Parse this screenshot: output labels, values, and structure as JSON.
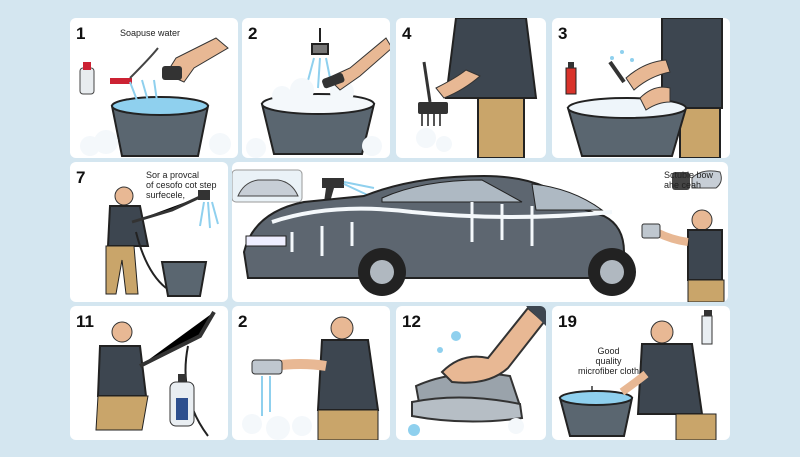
{
  "panels": [
    {
      "id": "p1",
      "number": "1",
      "caption": "Soapuse water"
    },
    {
      "id": "p2",
      "number": "2"
    },
    {
      "id": "p3",
      "number": "4"
    },
    {
      "id": "p4",
      "number": "3"
    },
    {
      "id": "p5",
      "number": "7",
      "caption_lines": [
        "Sor a provcal",
        "of cesofo cot step",
        "surfecele,"
      ]
    },
    {
      "id": "p6",
      "caption_lines": [
        "Sctuble bow",
        "ahe ceah"
      ]
    },
    {
      "id": "p7",
      "number": "11"
    },
    {
      "id": "p8",
      "number": "2"
    },
    {
      "id": "p9",
      "number": "12"
    },
    {
      "id": "p10",
      "number": "19",
      "caption_lines": [
        "Good",
        "quality",
        "microfiber cloth"
      ]
    }
  ],
  "colors": {
    "background": "#d4e6f0",
    "panel": "#ffffff",
    "hoodie": "#3d4650",
    "pants": "#c9a56a",
    "skin": "#e8b894",
    "bucket": "#5a6670",
    "car": "#5d6670",
    "foam": "#f4f8fb",
    "water": "#8fd0ee"
  }
}
